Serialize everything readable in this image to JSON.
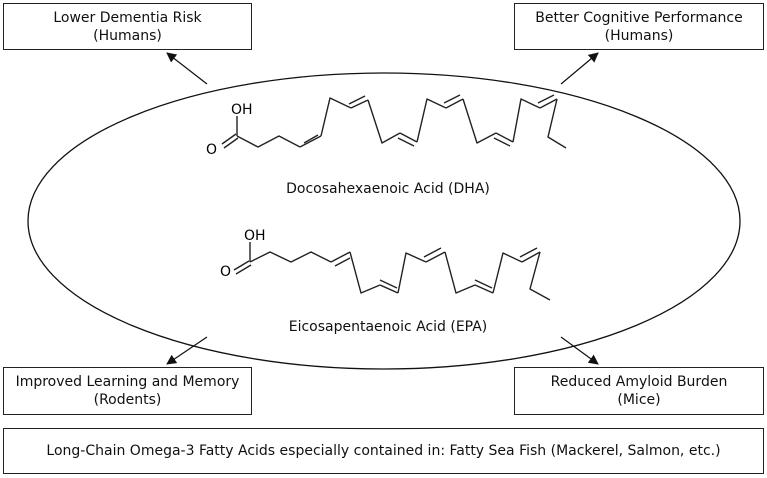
{
  "outcomes": {
    "top_left": {
      "line1": "Lower Dementia Risk",
      "line2": "(Humans)"
    },
    "top_right": {
      "line1": "Better Cognitive Performance",
      "line2": "(Humans)"
    },
    "bottom_left": {
      "line1": "Improved Learning and Memory",
      "line2": "(Rodents)"
    },
    "bottom_right": {
      "line1": "Reduced Amyloid Burden",
      "line2": "(Mice)"
    }
  },
  "molecules": {
    "dha": {
      "name": "Docosahexaenoic Acid (DHA)",
      "oh_label": "OH",
      "o_label": "O"
    },
    "epa": {
      "name": "Eicosapentaenoic Acid (EPA)",
      "oh_label": "OH",
      "o_label": "O"
    }
  },
  "footer": {
    "text": "Long-Chain Omega-3 Fatty Acids especially contained in: Fatty Sea Fish (Mackerel, Salmon, etc.)"
  }
}
